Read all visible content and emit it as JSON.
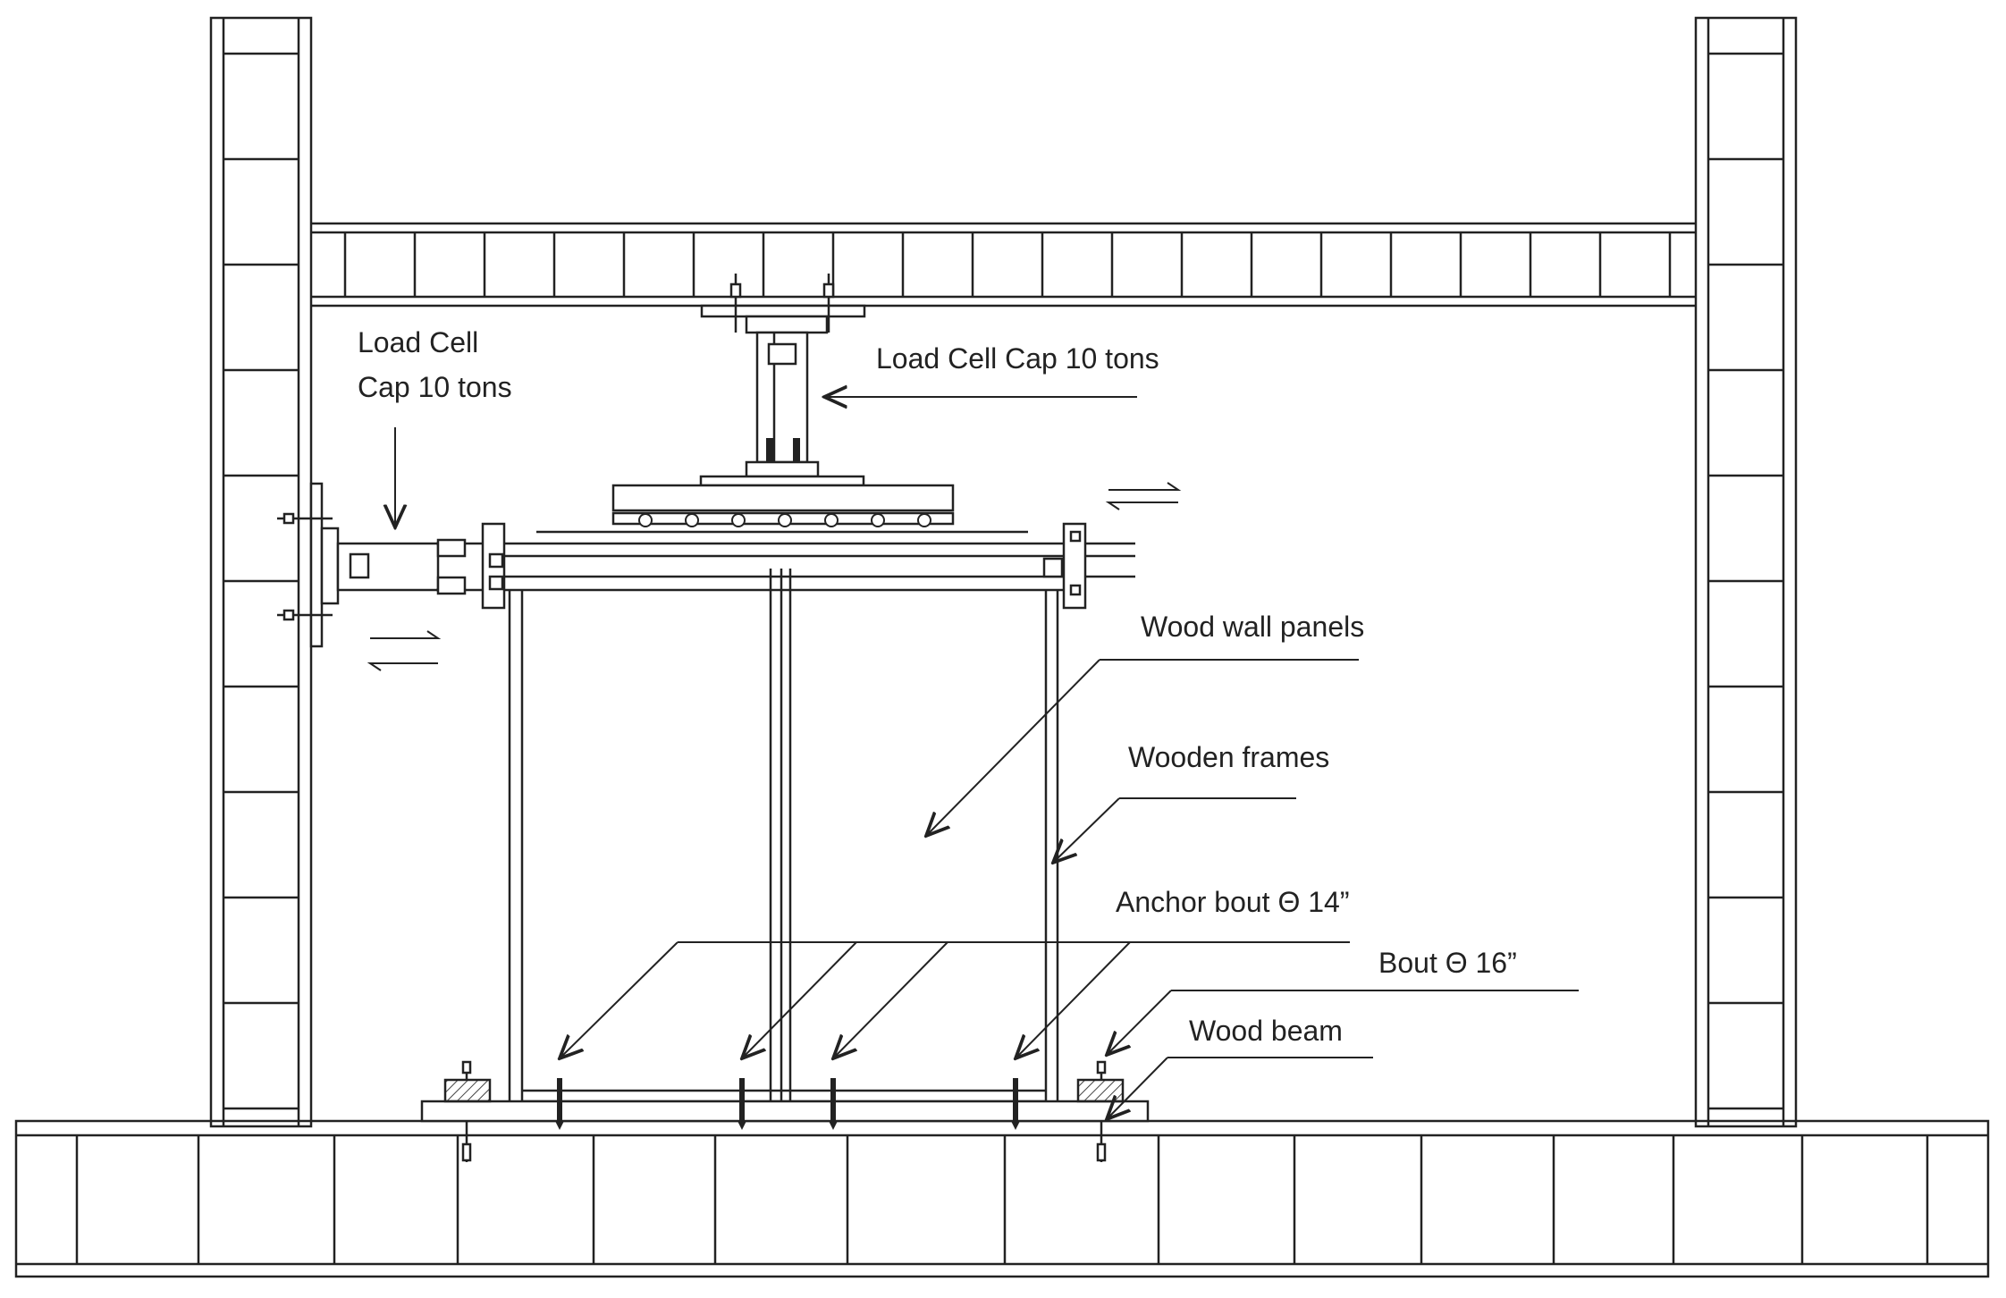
{
  "labels": {
    "load_cell_left_line1": "Load Cell",
    "load_cell_left_line2": "Cap 10 tons",
    "load_cell_top": "Load Cell Cap 10 tons",
    "wood_wall_panels": "Wood wall panels",
    "wooden_frames": "Wooden frames",
    "anchor_bolt": "Anchor bout Θ 14”",
    "bolt": "Bout Θ 16”",
    "wood_beam": "Wood beam"
  },
  "colors": {
    "line": "#222222",
    "background": "#ffffff",
    "hatch": "#444444"
  }
}
